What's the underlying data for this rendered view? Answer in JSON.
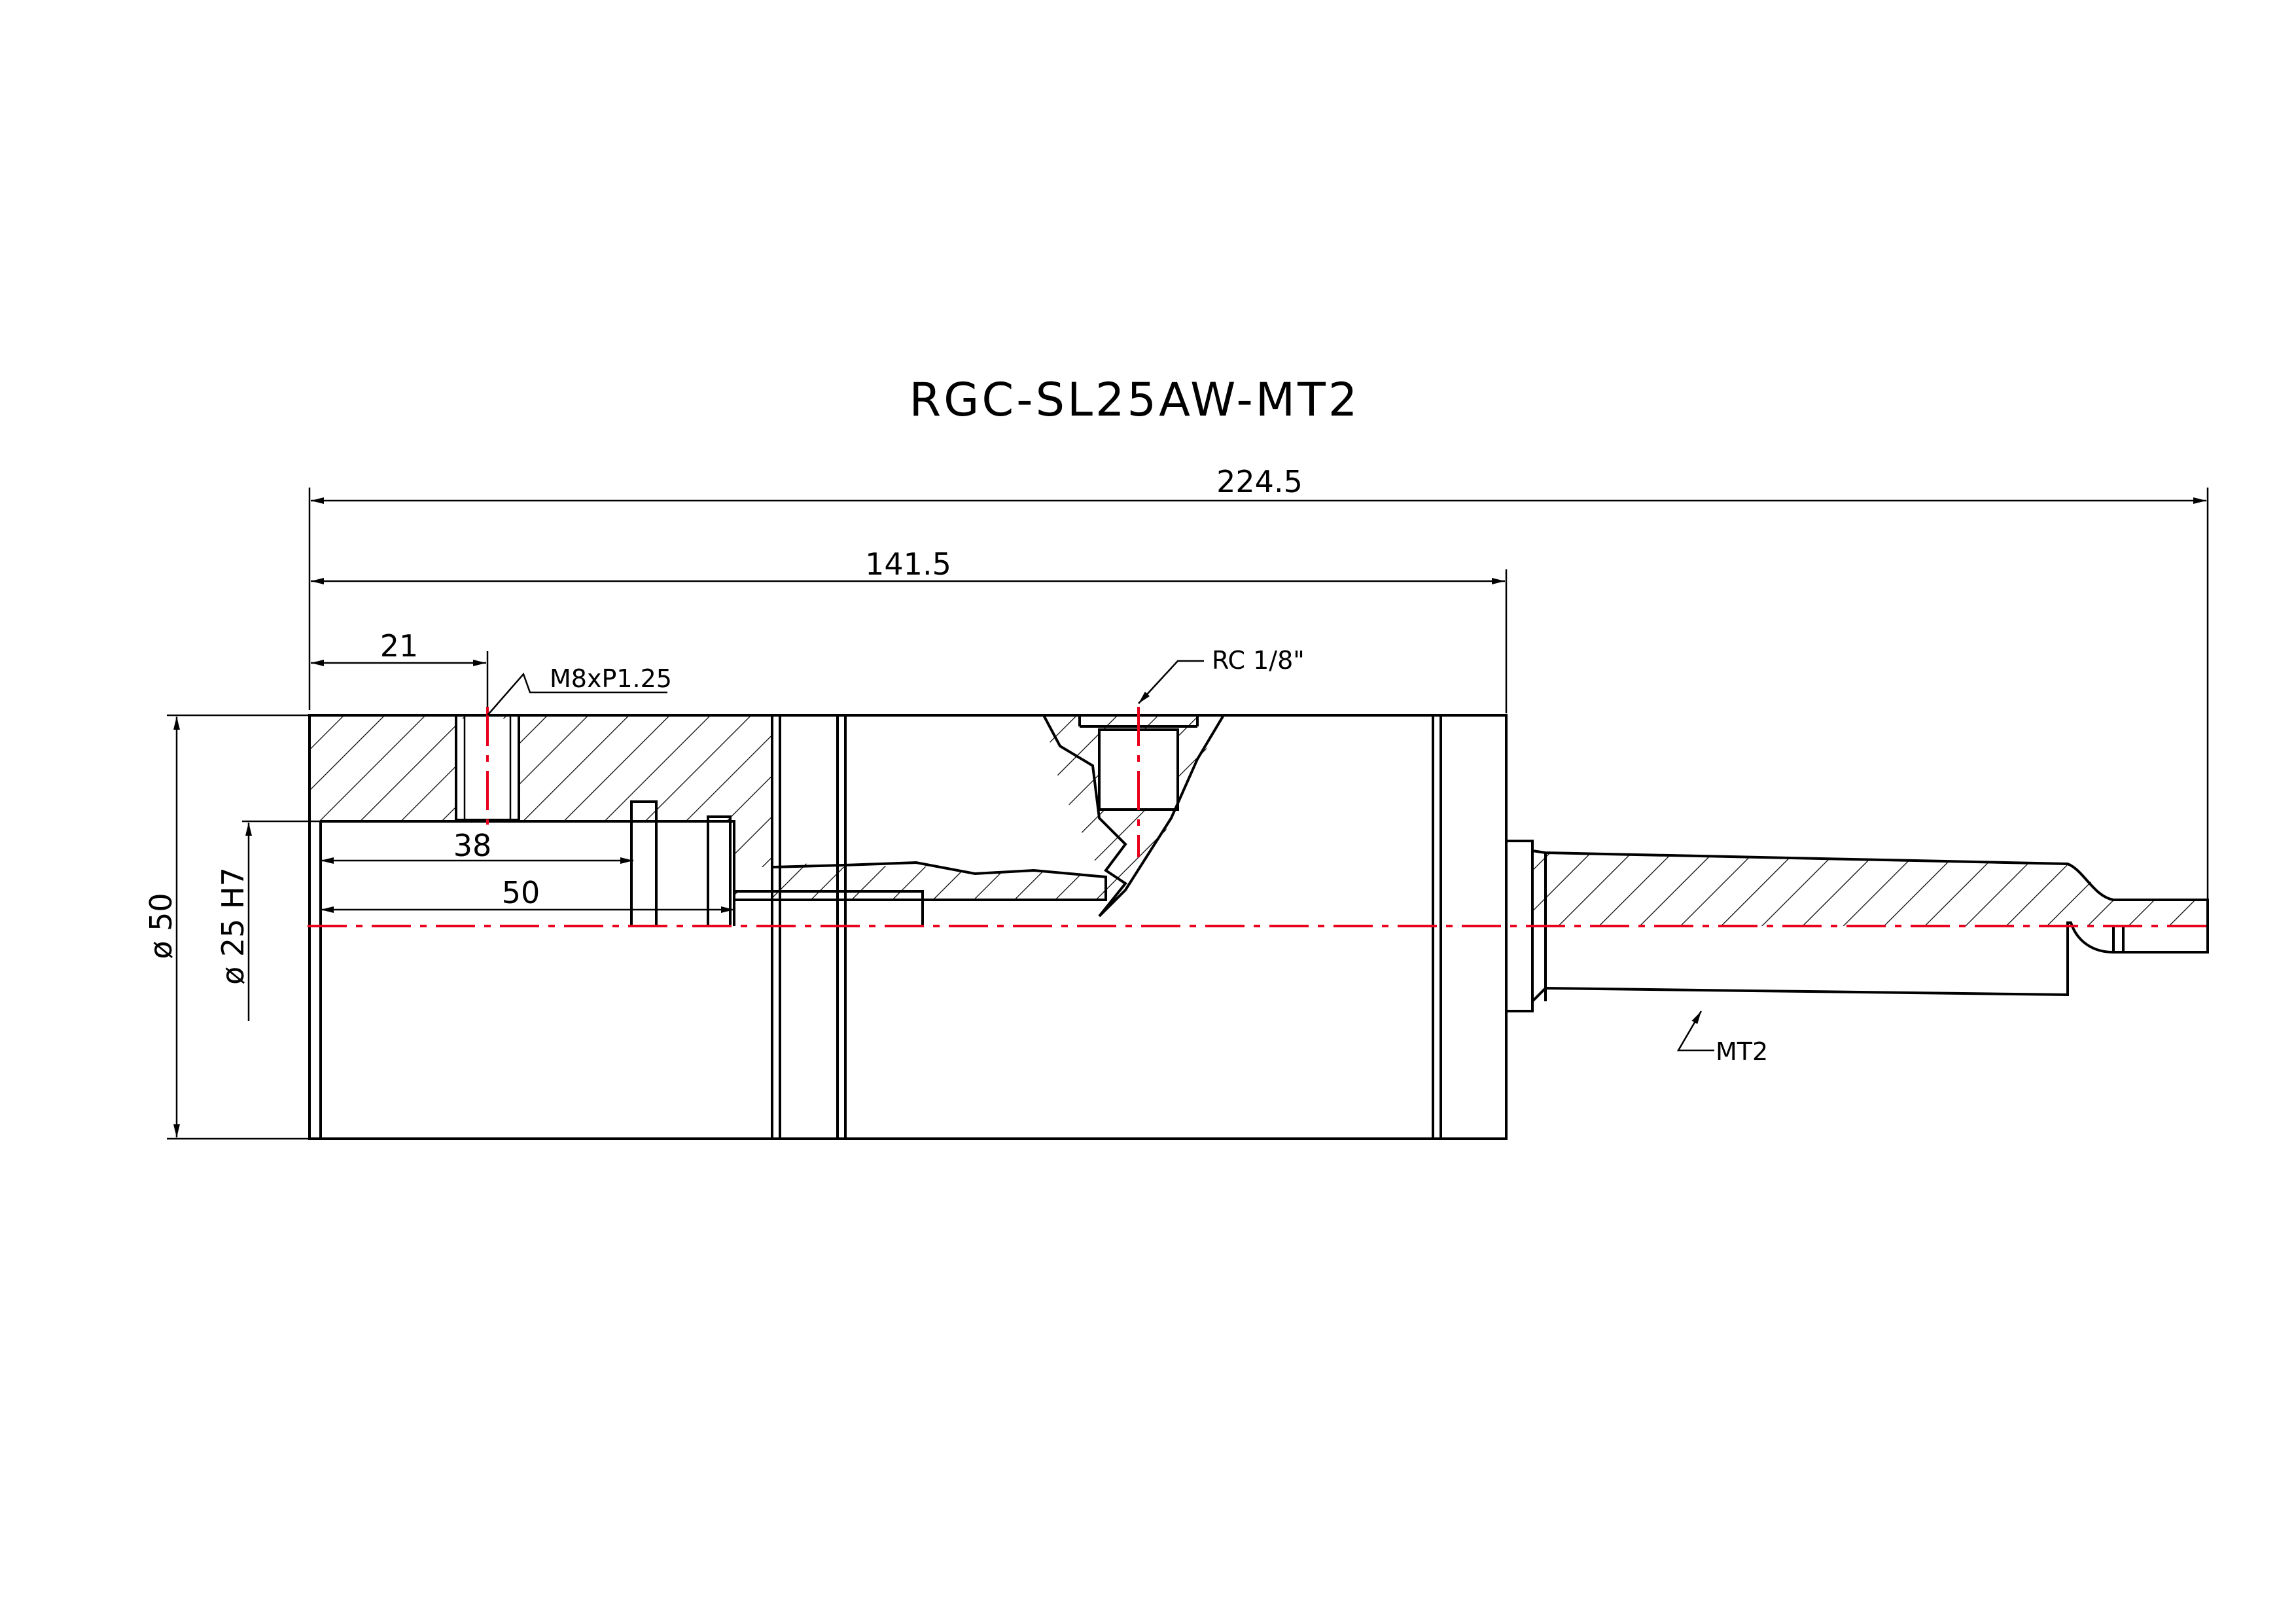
{
  "drawing": {
    "title": "RGC-SL25AW-MT2",
    "colors": {
      "outline": "#000000",
      "centerline": "#e8001c",
      "background": "#ffffff"
    }
  },
  "dimensions": {
    "overall_length": "224.5",
    "body_length": "141.5",
    "hole_offset": "21",
    "bore_depth_38": "38",
    "bore_depth_50": "50",
    "outer_diameter": "ø 50",
    "bore_diameter": "ø 25 H7"
  },
  "callouts": {
    "thread": "M8xP1.25",
    "port": "RC 1/8\"",
    "taper": "MT2"
  }
}
